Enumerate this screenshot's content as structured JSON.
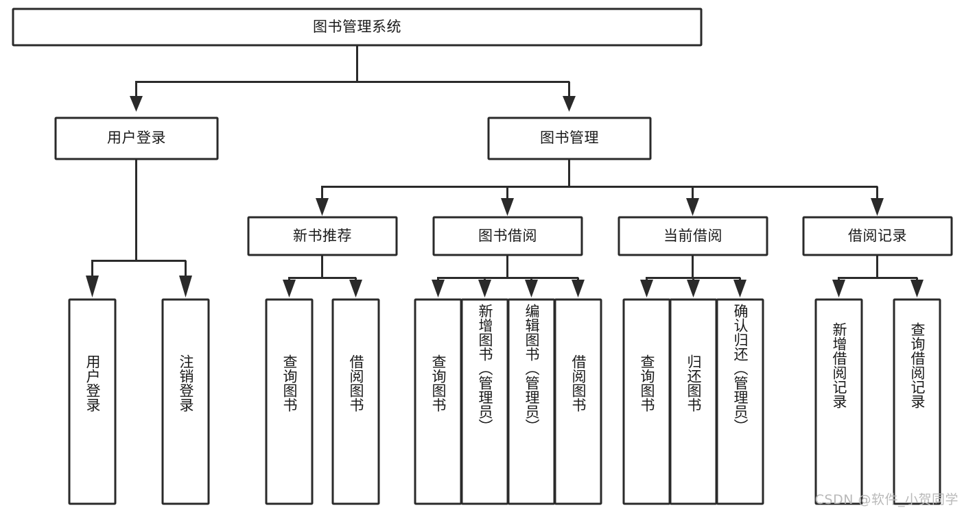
{
  "diagram": {
    "title": "图书管理系统",
    "type": "tree-hierarchy",
    "root": {
      "id": "root",
      "label": "图书管理系统",
      "level": 0,
      "orientation": "horizontal"
    },
    "level1": [
      {
        "id": "user-login",
        "label": "用户登录",
        "orientation": "horizontal"
      },
      {
        "id": "book-manage",
        "label": "图书管理",
        "orientation": "horizontal"
      }
    ],
    "level2": [
      {
        "id": "new-book-recommend",
        "label": "新书推荐",
        "parent": "book-manage",
        "orientation": "horizontal"
      },
      {
        "id": "book-borrow",
        "label": "图书借阅",
        "parent": "book-manage",
        "orientation": "horizontal"
      },
      {
        "id": "current-borrow",
        "label": "当前借阅",
        "parent": "book-manage",
        "orientation": "horizontal"
      },
      {
        "id": "borrow-record",
        "label": "借阅记录",
        "parent": "book-manage",
        "orientation": "horizontal"
      }
    ],
    "leaves": [
      {
        "id": "leaf-user-login",
        "label": "用户登录",
        "parent": "user-login",
        "orientation": "vertical"
      },
      {
        "id": "leaf-logout-login",
        "label": "注销登录",
        "parent": "user-login",
        "orientation": "vertical"
      },
      {
        "id": "leaf-query-book-1",
        "label": "查询图书",
        "parent": "new-book-recommend",
        "orientation": "vertical"
      },
      {
        "id": "leaf-borrow-book-1",
        "label": "借阅图书",
        "parent": "new-book-recommend",
        "orientation": "vertical"
      },
      {
        "id": "leaf-query-book-2",
        "label": "查询图书",
        "parent": "book-borrow",
        "orientation": "vertical"
      },
      {
        "id": "leaf-add-book",
        "label": "新增图书（管理员）",
        "parent": "book-borrow",
        "orientation": "vertical"
      },
      {
        "id": "leaf-edit-book",
        "label": "编辑图书（管理员）",
        "parent": "book-borrow",
        "orientation": "vertical"
      },
      {
        "id": "leaf-borrow-book-2",
        "label": "借阅图书",
        "parent": "book-borrow",
        "orientation": "vertical"
      },
      {
        "id": "leaf-query-book-3",
        "label": "查询图书",
        "parent": "current-borrow",
        "orientation": "vertical"
      },
      {
        "id": "leaf-return-book",
        "label": "归还图书",
        "parent": "current-borrow",
        "orientation": "vertical"
      },
      {
        "id": "leaf-confirm-return",
        "label": "确认归还（管理员）",
        "parent": "current-borrow",
        "orientation": "vertical"
      },
      {
        "id": "leaf-add-record",
        "label": "新增借阅记录",
        "parent": "borrow-record",
        "orientation": "vertical"
      },
      {
        "id": "leaf-query-record",
        "label": "查询借阅记录",
        "parent": "borrow-record",
        "orientation": "vertical"
      }
    ]
  },
  "watermark": {
    "text": "CSDN @软件_小贺同学"
  },
  "colors": {
    "stroke": "#2a2a2a",
    "box_fill": "#ffffff",
    "text": "#1a1a1a",
    "background": "#ffffff",
    "watermark": "#b9b9b9"
  }
}
